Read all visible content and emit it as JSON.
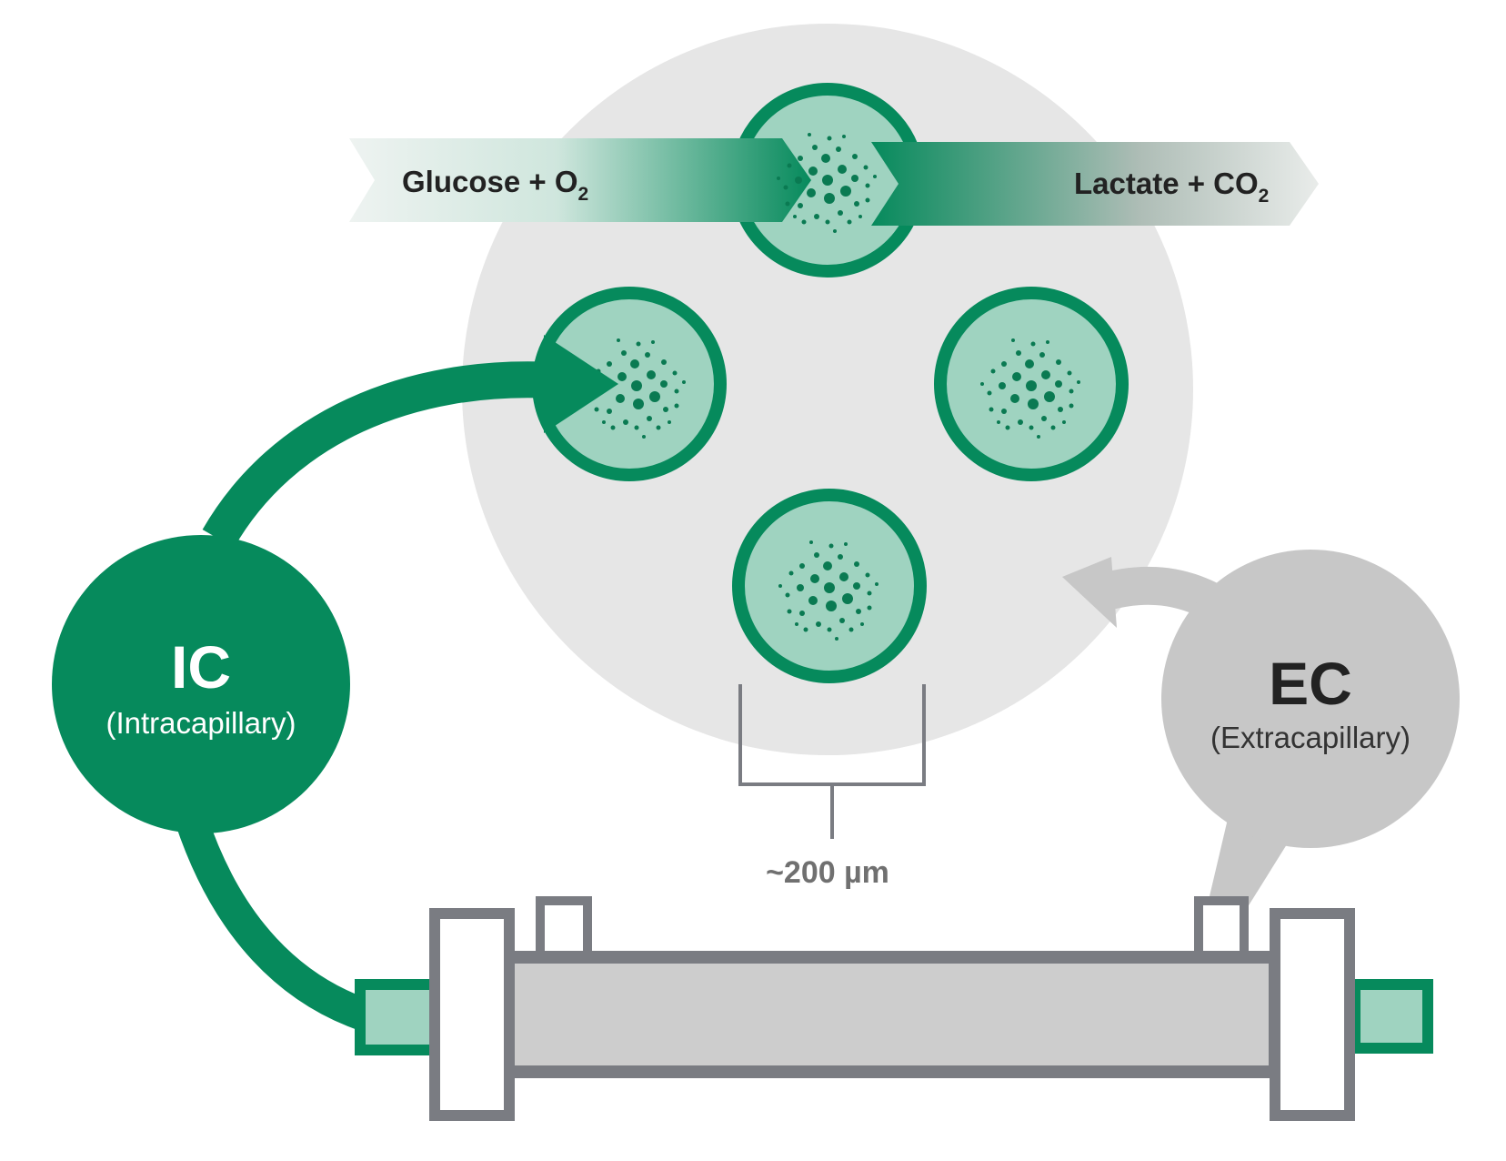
{
  "colors": {
    "green": "#068a5c",
    "light_green": "#9fd3c0",
    "dot_green": "#0a7a52",
    "gray_bg": "#e6e6e6",
    "ec_gray": "#c7c7c7",
    "outline_gray": "#7a7c82",
    "tube_fill": "#cdcdcd",
    "text_dark": "#222222",
    "text_gray": "#707070"
  },
  "flow": {
    "input_text": "Glucose + O",
    "input_sub": "2",
    "output_text": "Lactate + CO",
    "output_sub": "2"
  },
  "ic": {
    "title": "IC",
    "subtitle": "(Intracapillary)"
  },
  "ec": {
    "title": "EC",
    "subtitle": "(Extracapillary)"
  },
  "scale": {
    "label": "~200 µm"
  },
  "icons": {
    "fiber": "hollow-fiber-icon",
    "cartridge": "bioreactor-cartridge-icon"
  }
}
